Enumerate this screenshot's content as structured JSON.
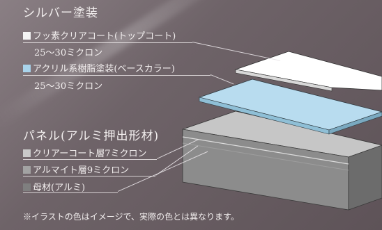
{
  "silver_coating": {
    "title": "シルバー塗装",
    "layers": [
      {
        "name": "フッ素クリアコート(トップコート)",
        "spec": "25～30ミクロン",
        "color": "#f4f4f4"
      },
      {
        "name": "アクリル系樹脂塗装(ベースカラー)",
        "spec": "25～30ミクロン",
        "color": "#a9d4ec"
      }
    ]
  },
  "panel": {
    "title": "パネル(アルミ押出形材)",
    "layers": [
      {
        "name": "クリアーコート層7ミクロン",
        "color": "#c9c9c9"
      },
      {
        "name": "アルマイト層9ミクロン",
        "color": "#a3a3a3"
      },
      {
        "name": "母材(アルミ)",
        "color": "#7f7f7f"
      }
    ]
  },
  "note": "※イラストの色はイメージで、実際の色とは異なります。"
}
